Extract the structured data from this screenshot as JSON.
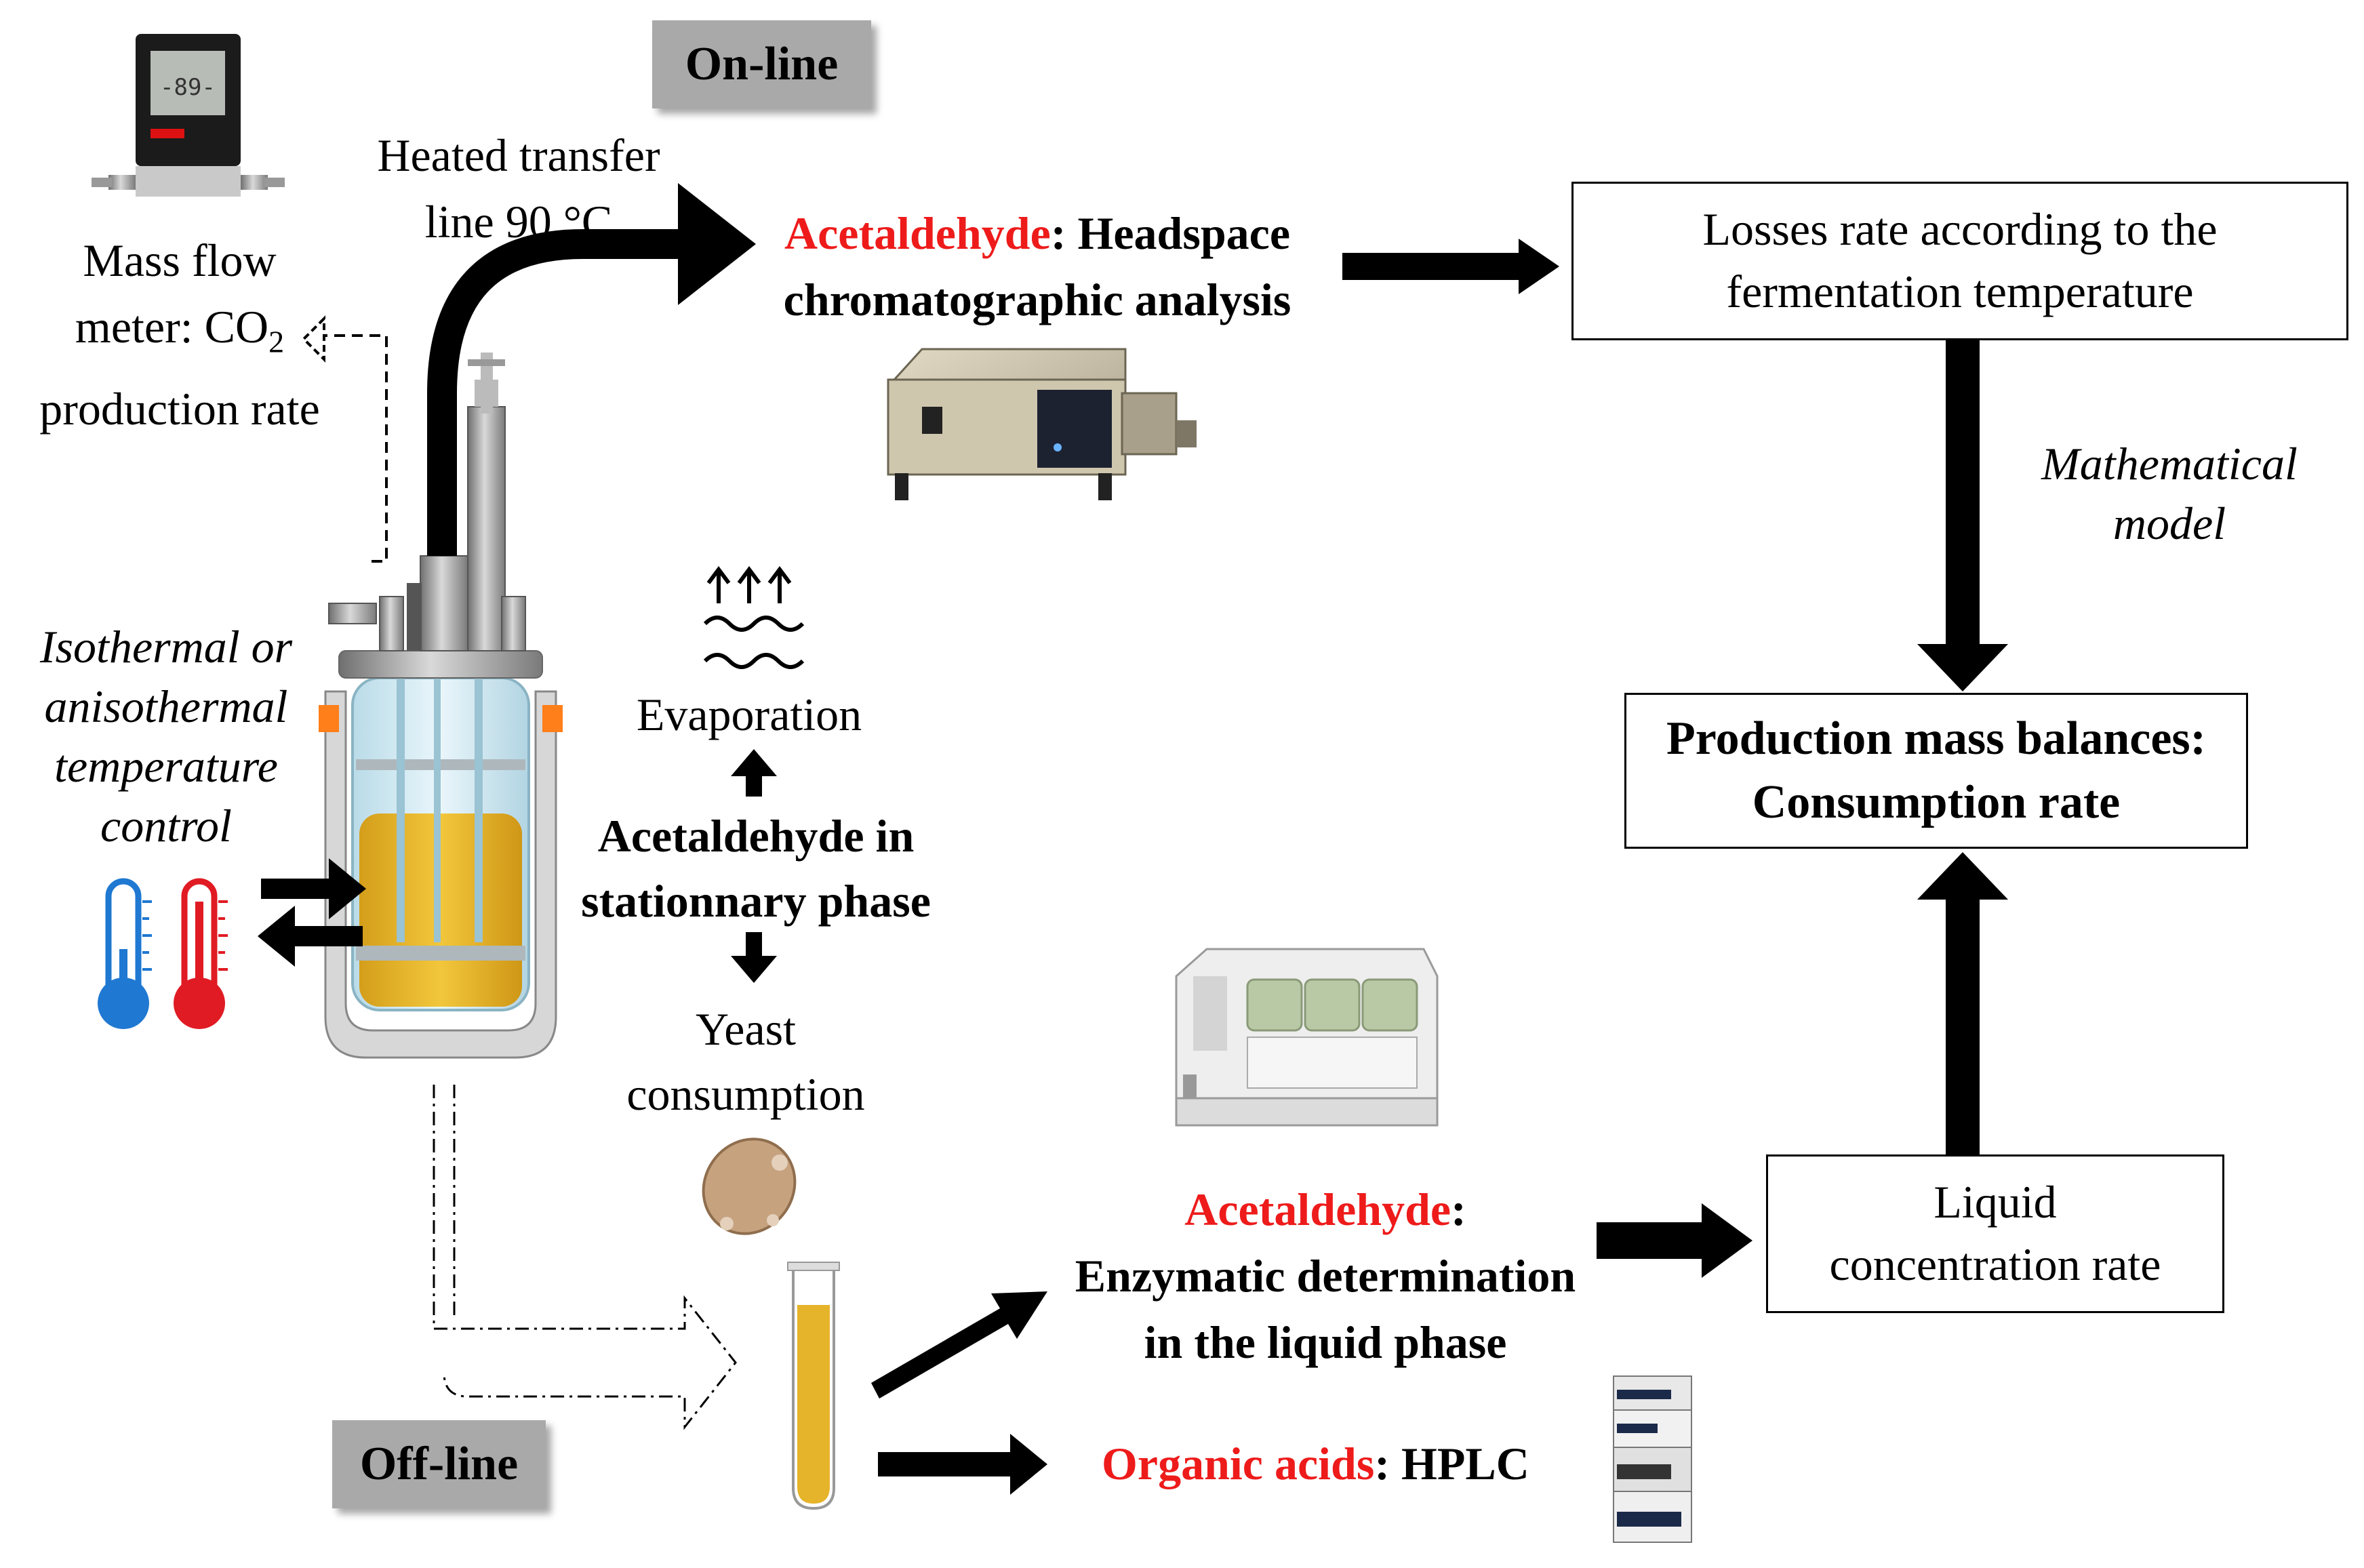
{
  "tags": {
    "online": "On-line",
    "offline": "Off-line"
  },
  "mass_flow": {
    "line1": "Mass flow",
    "line2": "meter: CO",
    "subscript": "2",
    "line3": "production rate"
  },
  "heated_line": {
    "line1": "Heated transfer",
    "line2": "line 90 °C"
  },
  "headspace": {
    "compound": "Acetaldehyde",
    "sep": ": ",
    "rest1": "Headspace",
    "rest2": "chromatographic analysis"
  },
  "losses_box": {
    "line1": "Losses rate according to the",
    "line2": "fermentation temperature"
  },
  "math_model": {
    "line1": "Mathematical",
    "line2": "model"
  },
  "balance_box": {
    "line1": "Production mass balances:",
    "line2": "Consumption rate"
  },
  "temperature_control": {
    "line1": "Isothermal or",
    "line2": "anisothermal",
    "line3": "temperature",
    "line4": "control"
  },
  "evaporation": "Evaporation",
  "stationary": {
    "line1": "Acetaldehyde in",
    "line2": "stationnary phase"
  },
  "yeast": {
    "line1": "Yeast",
    "line2": "consumption"
  },
  "enzymatic": {
    "compound": "Acetaldehyde",
    "sep": ":",
    "line2": "Enzymatic determination",
    "line3": "in the liquid phase"
  },
  "liquid_box": {
    "line1": "Liquid",
    "line2": "concentration rate"
  },
  "hplc": {
    "compound": "Organic acids",
    "sep": ": ",
    "method": "HPLC"
  },
  "colors": {
    "highlight_red": "#ee1b1b",
    "tag_gray": "#a9a9a9",
    "liquid_yellow": "#e6b42a",
    "thermo_blue": "#1f78d1",
    "thermo_red": "#e01b24"
  },
  "icons": [
    "flow-meter-device-icon",
    "bioreactor-icon",
    "thermometer-cold-icon",
    "thermometer-hot-icon",
    "gc-analyzer-icon",
    "enzymatic-analyzer-icon",
    "hplc-stack-icon",
    "yeast-cell-icon",
    "sample-tube-icon",
    "evaporation-waves-icon"
  ]
}
